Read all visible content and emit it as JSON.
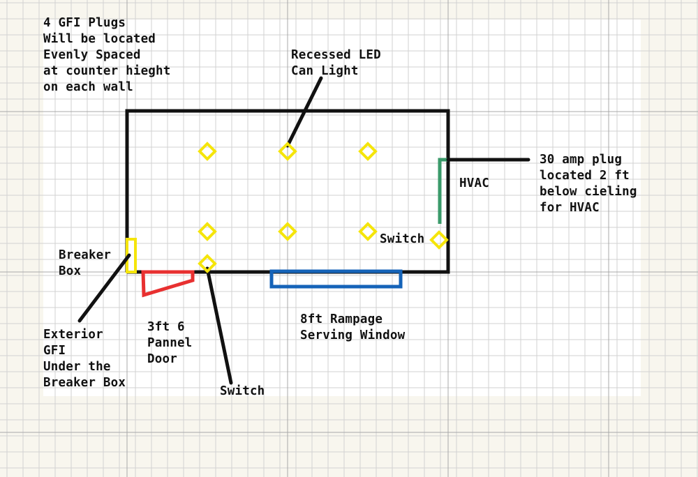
{
  "labels": {
    "gfi_note": "4 GFI Plugs\nWill be located\nEvenly Spaced\nat counter hieght\non each wall",
    "led_light": "Recessed LED\nCan Light",
    "plug_30a": "30 amp plug\nlocated 2 ft\nbelow cieling\nfor HVAC",
    "hvac": "HVAC",
    "switch_right": "Switch",
    "breaker_box": "Breaker\nBox",
    "exterior_gfi": "Exterior\nGFI\nUnder the\nBreaker Box",
    "door": "3ft 6\nPannel\nDoor",
    "switch_bottom": "Switch",
    "window": "8ft Rampage\nServing Window"
  },
  "colors": {
    "background": "#f8f6ee",
    "paper": "#ffffff",
    "grid": "#d2d2d2",
    "major_grid": "#a8a8a8",
    "wall": "#111111",
    "light_marker": "#f5e50a",
    "breaker": "#f5e50a",
    "door": "#e83030",
    "window": "#1563b8",
    "hvac_unit": "#3a9a6a"
  },
  "icons": {
    "light": "diamond-icon",
    "switch": "diamond-icon"
  }
}
